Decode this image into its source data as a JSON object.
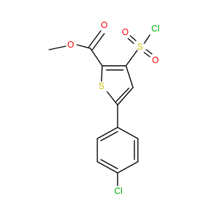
{
  "molecule": {
    "atoms": {
      "ester_o_methyl": {
        "symbol": "O",
        "color": "#ff0000"
      },
      "carbonyl_o": {
        "symbol": "O",
        "color": "#ff0000"
      },
      "sulfonyl_s": {
        "symbol": "S",
        "color": "#ccc000"
      },
      "sulfonyl_cl": {
        "symbol": "Cl",
        "color": "#00b400"
      },
      "sulfonyl_o_left": {
        "symbol": "O",
        "color": "#ff0000"
      },
      "sulfonyl_o_right": {
        "symbol": "O",
        "color": "#ff0000"
      },
      "ring_s": {
        "symbol": "S",
        "color": "#ccc000"
      },
      "aryl_cl": {
        "symbol": "Cl",
        "color": "#00b400"
      }
    },
    "bond_color": "#000000"
  }
}
